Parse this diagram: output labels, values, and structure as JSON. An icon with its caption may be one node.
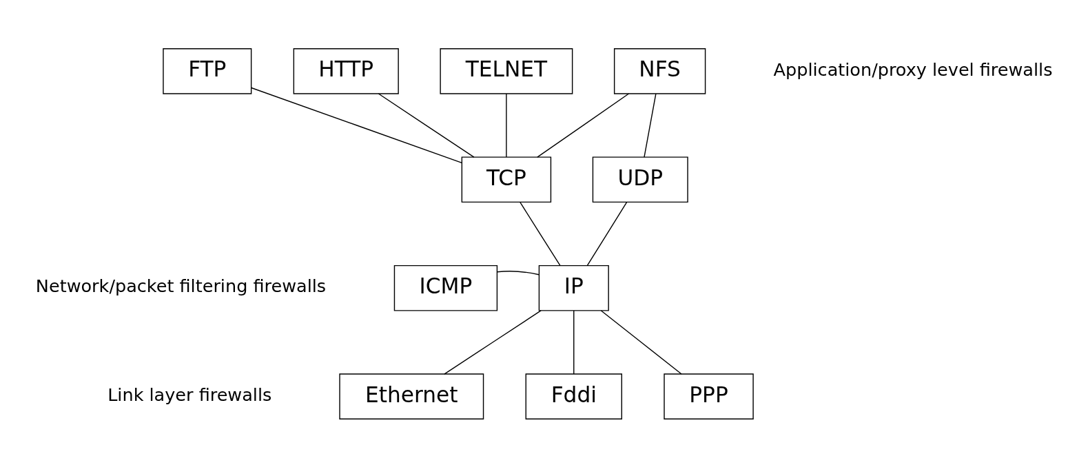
{
  "diagram": {
    "nodes": [
      {
        "text": [
          "FTP"
        ]
      },
      {
        "text": [
          "HTTP"
        ]
      },
      {
        "text": [
          "TELNET"
        ]
      },
      {
        "text": [
          "NFS"
        ]
      },
      {
        "text": [
          "TCP"
        ]
      },
      {
        "text": [
          "UDP"
        ]
      },
      {
        "text": [
          "ICMP"
        ]
      },
      {
        "text": [
          "IP"
        ]
      },
      {
        "text": [
          "Ethernet"
        ]
      },
      {
        "text": [
          "Fddi"
        ]
      },
      {
        "text": [
          "PPP"
        ]
      }
    ],
    "edges": [
      {
        "from": 0,
        "to": 4,
        "arrow": "none"
      },
      {
        "from": 1,
        "to": 4,
        "arrow": "none"
      },
      {
        "from": 2,
        "to": 4,
        "arrow": "none"
      },
      {
        "from": 3,
        "to": 4,
        "arrow": "none"
      },
      {
        "from": 3,
        "to": 5,
        "arrow": "none"
      },
      {
        "from": 4,
        "to": 7,
        "arrow": "none"
      },
      {
        "from": 5,
        "to": 7,
        "arrow": "none"
      },
      {
        "from": 6,
        "to": 7,
        "arrow": "none"
      },
      {
        "from": 7,
        "to": 8,
        "arrow": "none"
      },
      {
        "from": 7,
        "to": 9,
        "arrow": "none"
      },
      {
        "from": 7,
        "to": 10,
        "arrow": "none"
      }
    ],
    "labels": [
      "Application/proxy level firewalls",
      "Network/packet filtering firewalls",
      "Link layer firewalls"
    ]
  }
}
